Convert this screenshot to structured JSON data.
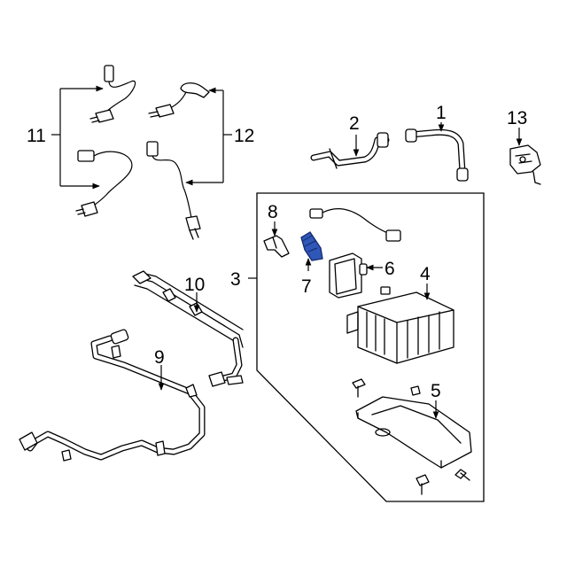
{
  "callouts": {
    "c1": "1",
    "c2": "2",
    "c3": "3",
    "c4": "4",
    "c5": "5",
    "c6": "6",
    "c7": "7",
    "c8": "8",
    "c9": "9",
    "c10": "10",
    "c11": "11",
    "c12": "12",
    "c13": "13"
  },
  "colors": {
    "highlight": "#2f57b8",
    "highlight_dark": "#15296b",
    "line": "#000000",
    "background": "#ffffff"
  }
}
